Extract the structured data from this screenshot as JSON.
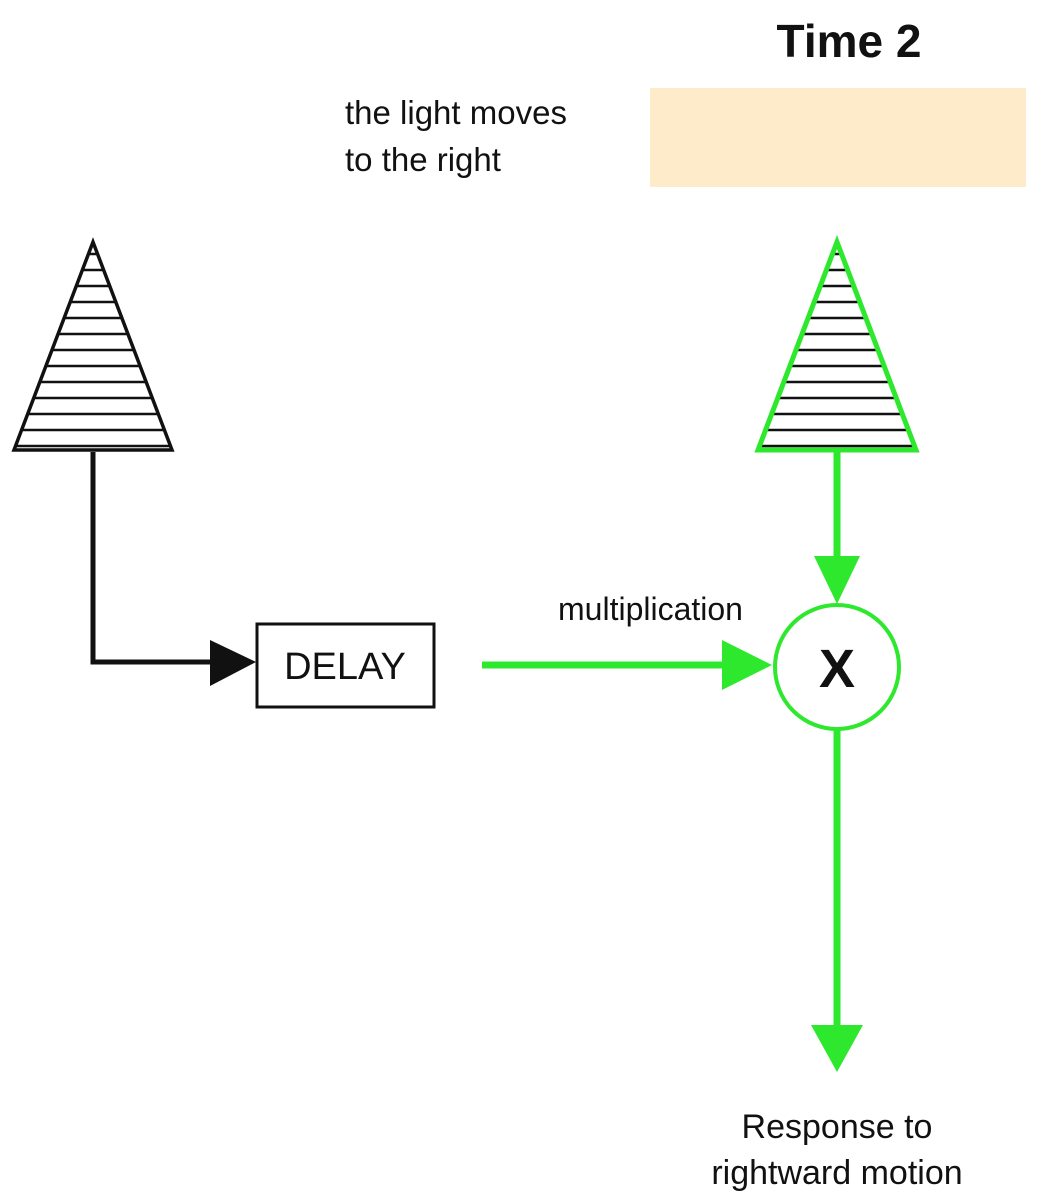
{
  "header": {
    "time_label": "Time 2",
    "description_line1": "the light moves",
    "description_line2": "to the right"
  },
  "delay_box": {
    "label": "DELAY"
  },
  "multiplier": {
    "edge_label": "multiplication",
    "symbol": "X"
  },
  "output": {
    "line1": "Response to",
    "line2": "rightward motion"
  },
  "colors": {
    "time_title": "#d71920",
    "light_patch": "#fdebc9",
    "active": "#2ee82e",
    "inactive": "#111111"
  },
  "icons": {
    "left_receptor": "hatched-triangle-icon",
    "right_receptor": "hatched-triangle-icon",
    "multiplier": "multiply-circle-icon"
  }
}
